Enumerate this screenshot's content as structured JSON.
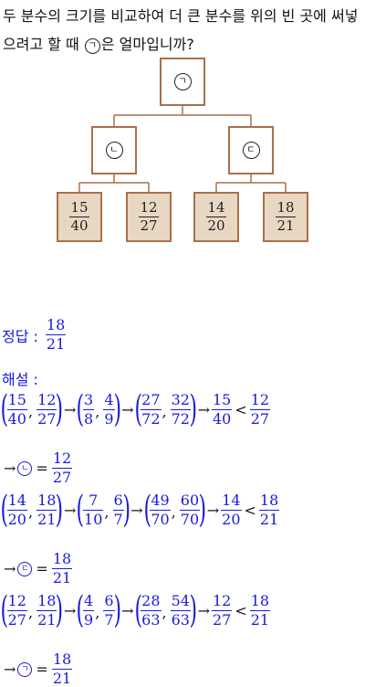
{
  "question": {
    "before": "두 분수의 크기를 비교하여 더 큰 분수를 위의 빈 곳에 써넣으려고 할 때 ",
    "circle": "ㄱ",
    "after": "은 얼마입니까?"
  },
  "tree": {
    "root": "ㄱ",
    "mid": [
      "ㄴ",
      "ㄷ"
    ],
    "leaves": [
      {
        "num": "15",
        "den": "40"
      },
      {
        "num": "12",
        "den": "27"
      },
      {
        "num": "14",
        "den": "20"
      },
      {
        "num": "18",
        "den": "21"
      }
    ]
  },
  "answer": {
    "label": "정답 :",
    "num": "18",
    "den": "21"
  },
  "explanation": {
    "label": "해설 :",
    "steps": [
      {
        "pair1": [
          {
            "num": "15",
            "den": "40"
          },
          {
            "num": "12",
            "den": "27"
          }
        ],
        "pair2": [
          {
            "num": "3",
            "den": "8"
          },
          {
            "num": "4",
            "den": "9"
          }
        ],
        "pair3": [
          {
            "num": "27",
            "den": "72"
          },
          {
            "num": "32",
            "den": "72"
          }
        ],
        "small": {
          "num": "15",
          "den": "40"
        },
        "big": {
          "num": "12",
          "den": "27"
        },
        "circle": "ㄴ",
        "result": {
          "num": "12",
          "den": "27"
        }
      },
      {
        "pair1": [
          {
            "num": "14",
            "den": "20"
          },
          {
            "num": "18",
            "den": "21"
          }
        ],
        "pair2": [
          {
            "num": "7",
            "den": "10"
          },
          {
            "num": "6",
            "den": "7"
          }
        ],
        "pair3": [
          {
            "num": "49",
            "den": "70"
          },
          {
            "num": "60",
            "den": "70"
          }
        ],
        "small": {
          "num": "14",
          "den": "20"
        },
        "big": {
          "num": "18",
          "den": "21"
        },
        "circle": "ㄷ",
        "result": {
          "num": "18",
          "den": "21"
        }
      },
      {
        "pair1": [
          {
            "num": "12",
            "den": "27"
          },
          {
            "num": "18",
            "den": "21"
          }
        ],
        "pair2": [
          {
            "num": "4",
            "den": "9"
          },
          {
            "num": "6",
            "den": "7"
          }
        ],
        "pair3": [
          {
            "num": "28",
            "den": "63"
          },
          {
            "num": "54",
            "den": "63"
          }
        ],
        "small": {
          "num": "12",
          "den": "27"
        },
        "big": {
          "num": "18",
          "den": "21"
        },
        "circle": "ㄱ",
        "result": {
          "num": "18",
          "den": "21"
        }
      }
    ],
    "symbols": {
      "arrow": "→",
      "comma": ",",
      "lt": "<",
      "eq": "=",
      "lparen": "(",
      "rparen": ")"
    }
  },
  "colors": {
    "accent": "#1a1adb",
    "box_border": "#a9714b",
    "leaf_fill": "#e8d7c3"
  }
}
